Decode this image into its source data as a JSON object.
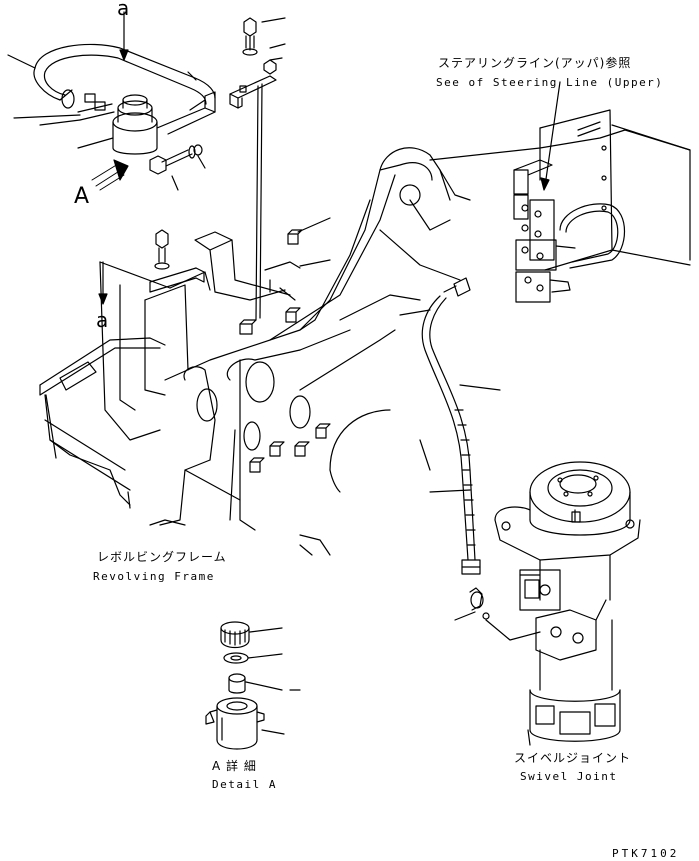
{
  "steering_ref": {
    "jp": "ステアリングライン(アッパ)参照",
    "en": "See of Steering Line (Upper)"
  },
  "revolving_frame": {
    "jp": "レボルビングフレーム",
    "en": "Revolving Frame"
  },
  "detail_a": {
    "jp": "A 詳 細",
    "en": "Detail A"
  },
  "swivel_joint": {
    "jp": "スイベルジョイント",
    "en": "Swivel Joint"
  },
  "view_letters": {
    "a_top": "a",
    "a_mid": "a",
    "A_view": "A"
  },
  "drawing_code": "PTK7102"
}
